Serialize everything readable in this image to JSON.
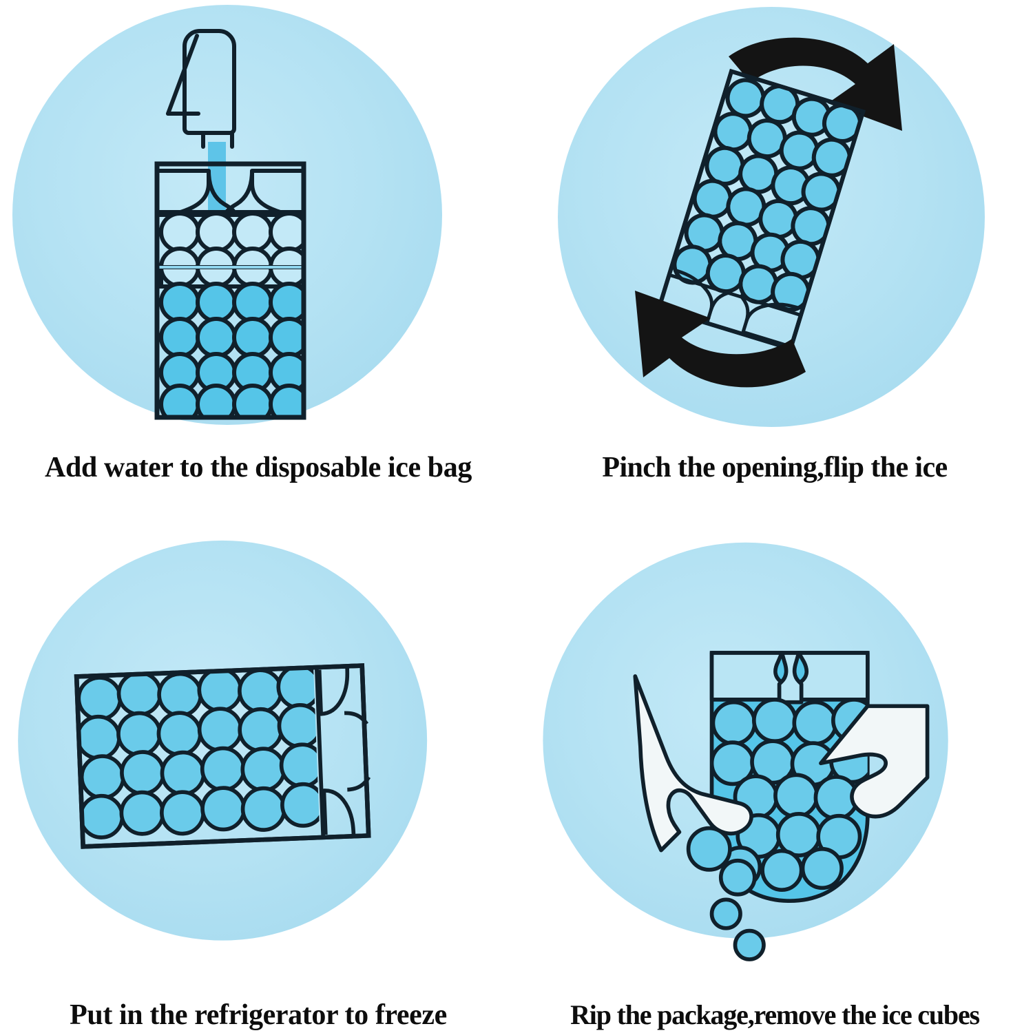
{
  "document": {
    "title": "Disposable Ice Bag Usage Instructions",
    "layout": "2x2 instructional panel grid",
    "background_color": "#ffffff"
  },
  "colors": {
    "blob_fill": "#b3e1f2",
    "blob_fill_light": "#c6e9f7",
    "cube_fill": "#55c5e8",
    "cube_empty_fill": "#bde5f4",
    "water_stream": "#5ec4e8",
    "outline": "#10202b",
    "arrow": "#141414",
    "torn_paper": "#f2f7f8",
    "caption_color": "#0d0d0d"
  },
  "panels": [
    {
      "id": "panel-1",
      "step": 1,
      "caption": "Add water to the disposable ice bag",
      "icons": [
        "faucet-icon",
        "water-stream-icon",
        "ice-bag-icon"
      ],
      "bag": {
        "orientation": "vertical",
        "columns": 4,
        "rows": 6,
        "opening_position": "top",
        "filled_rows": 4,
        "partially_filled_row": 2,
        "empty_rows": 1
      }
    },
    {
      "id": "panel-2",
      "step": 2,
      "caption": "Pinch the opening,flip the ice",
      "icons": [
        "ice-bag-icon",
        "rotate-arrow-top-icon",
        "rotate-arrow-bottom-icon"
      ],
      "bag": {
        "orientation": "tilted",
        "rotation_degrees": 17,
        "columns": 4,
        "rows": 7,
        "opening_position": "bottom",
        "filled_rows": 7
      }
    },
    {
      "id": "panel-3",
      "step": 3,
      "caption": "Put in the refrigerator to freeze",
      "icons": [
        "ice-bag-icon"
      ],
      "bag": {
        "orientation": "horizontal",
        "rotation_degrees": -2,
        "columns": 6,
        "rows": 4,
        "opening_position": "right",
        "filled_rows": 4
      }
    },
    {
      "id": "panel-4",
      "step": 4,
      "caption": "Rip the package,remove the ice cubes",
      "icons": [
        "torn-bag-icon",
        "falling-ice-cubes-icon",
        "tear-notch-icon"
      ],
      "bag": {
        "orientation": "vertical-torn",
        "columns": 4,
        "rows": 5,
        "opening_position": "top",
        "spilled_cubes": 4
      }
    }
  ]
}
